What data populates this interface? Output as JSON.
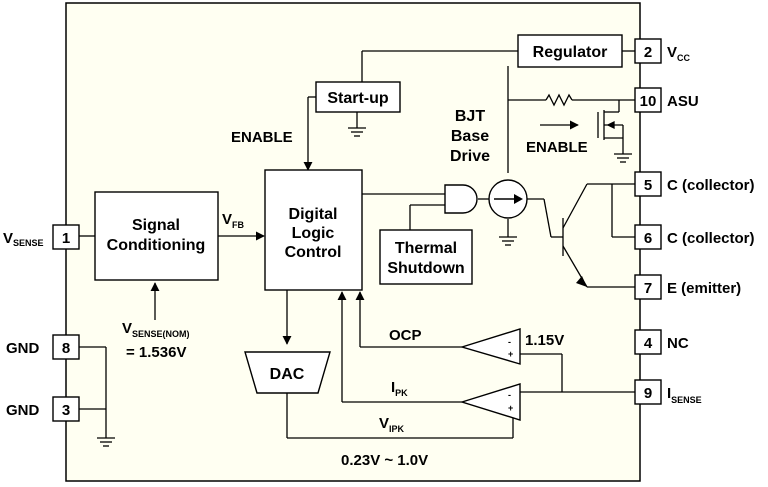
{
  "blocks": {
    "signal_conditioning": [
      "Signal",
      "Conditioning"
    ],
    "digital_logic": [
      "Digital",
      "Logic",
      "Control"
    ],
    "regulator": "Regulator",
    "startup": "Start-up",
    "thermal": [
      "Thermal",
      "Shutdown"
    ],
    "dac": "DAC",
    "bjt_drive": [
      "BJT",
      "Base",
      "Drive"
    ]
  },
  "pins_left": [
    {
      "num": "1",
      "label": "V",
      "sub": "SENSE"
    },
    {
      "num": "8",
      "label": "GND"
    },
    {
      "num": "3",
      "label": "GND"
    }
  ],
  "pins_right": [
    {
      "num": "2",
      "label": "V",
      "sub": "CC"
    },
    {
      "num": "10",
      "label": "ASU"
    },
    {
      "num": "5",
      "label": "C (collector)"
    },
    {
      "num": "6",
      "label": "C (collector)"
    },
    {
      "num": "7",
      "label": "E (emitter)"
    },
    {
      "num": "4",
      "label": "NC"
    },
    {
      "num": "9",
      "label": "I",
      "sub": "SENSE"
    }
  ],
  "labels": {
    "enable_left": "ENABLE",
    "enable_right": "ENABLE",
    "vfb": "V",
    "vfb_sub": "FB",
    "vsense_nom": "V",
    "vsense_nom_sub": "SENSE(NOM)",
    "vsense_nom_value": "= 1.536V",
    "ocp": "OCP",
    "ocp_ref": "1.15V",
    "ipk": "I",
    "ipk_sub": "PK",
    "vipk": "V",
    "vipk_sub": "IPK",
    "vipk_range": "0.23V ~ 1.0V"
  }
}
